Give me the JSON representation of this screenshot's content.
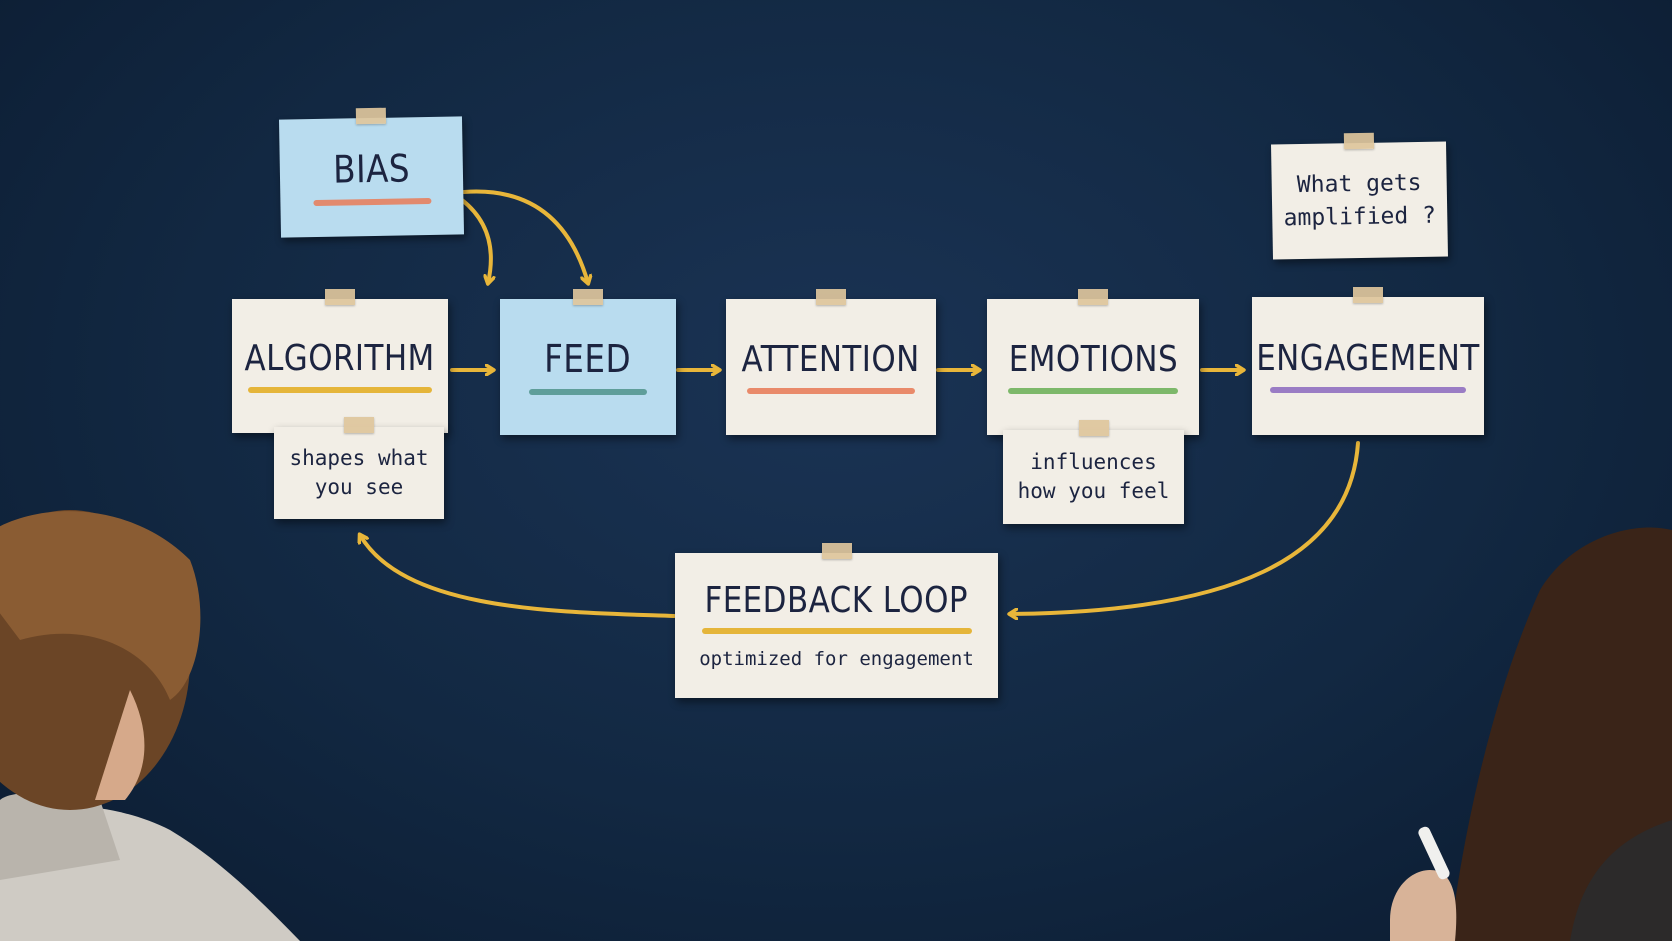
{
  "diagram": {
    "bias": {
      "title": "BIAS",
      "color": "#e28a6e"
    },
    "algorithm": {
      "title": "ALGORITHM",
      "color": "#e5b53a"
    },
    "algorithm_note": {
      "line1": "shapes what",
      "line2": "you see"
    },
    "feed": {
      "title": "FEED",
      "color": "#5f9e9a"
    },
    "attention": {
      "title": "ATTENTION",
      "color": "#e98a6a"
    },
    "emotions": {
      "title": "EMOTIONS",
      "color": "#7db86a"
    },
    "emotions_note": {
      "line1": "influences",
      "line2": "how you feel"
    },
    "engagement": {
      "title": "ENGAGEMENT",
      "color": "#9a7cc4"
    },
    "question": {
      "line1": "What gets",
      "line2": "amplified ?"
    },
    "feedback": {
      "title": "FEEDBACK LOOP",
      "subtitle": "optimized for engagement",
      "color": "#e5b53a"
    }
  },
  "colors": {
    "board": "#122842",
    "arrow": "#e8b63a",
    "paper": "#f2eee6",
    "paper_blue": "#b9dcef",
    "ink": "#1c2440"
  }
}
